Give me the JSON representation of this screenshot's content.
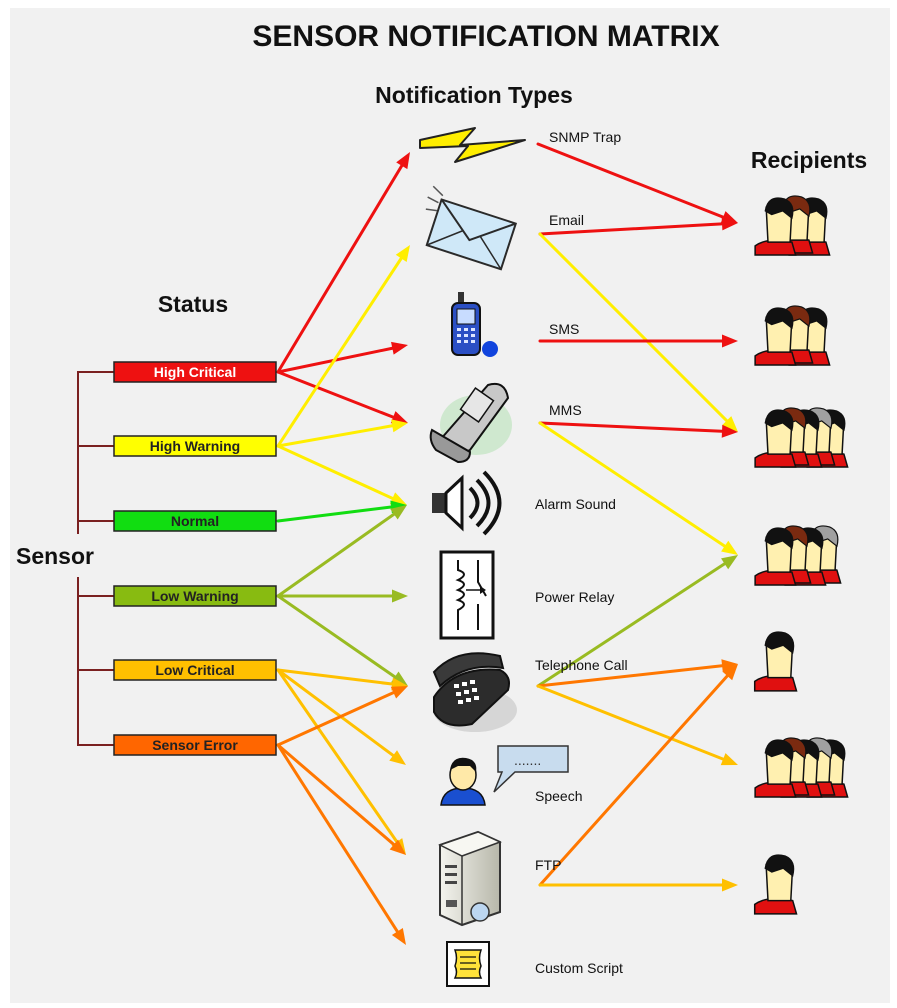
{
  "title": "SENSOR NOTIFICATION MATRIX",
  "headers": {
    "notification_types": "Notification Types",
    "recipients": "Recipients",
    "status": "Status",
    "sensor": "Sensor"
  },
  "statuses": [
    {
      "label": "High Critical",
      "color": "#ee1111",
      "text_color": "#ffffff"
    },
    {
      "label": "High Warning",
      "color": "#ffff00",
      "text_color": "#222222"
    },
    {
      "label": "Normal",
      "color": "#11dd11",
      "text_color": "#222222"
    },
    {
      "label": "Low Warning",
      "color": "#88bb11",
      "text_color": "#222222"
    },
    {
      "label": "Low Critical",
      "color": "#ffc000",
      "text_color": "#222222"
    },
    {
      "label": "Sensor Error",
      "color": "#ff6600",
      "text_color": "#222222"
    }
  ],
  "notifications": [
    {
      "label": "SNMP Trap",
      "icon": "lightning-icon"
    },
    {
      "label": "Email",
      "icon": "envelope-icon"
    },
    {
      "label": "SMS",
      "icon": "cell-phone-icon"
    },
    {
      "label": "MMS",
      "icon": "flip-phone-icon"
    },
    {
      "label": "Alarm Sound",
      "icon": "speaker-icon"
    },
    {
      "label": "Power Relay",
      "icon": "relay-icon"
    },
    {
      "label": "Telephone Call",
      "icon": "telephone-icon"
    },
    {
      "label": "Speech",
      "icon": "speech-person-icon"
    },
    {
      "label": "FTP",
      "icon": "server-icon"
    },
    {
      "label": "Custom Script",
      "icon": "script-icon"
    }
  ],
  "recipients": [
    {
      "group": "group-of-3",
      "icon": "people-icon"
    },
    {
      "group": "group-of-3",
      "icon": "people-icon"
    },
    {
      "group": "group-of-5",
      "icon": "people-icon"
    },
    {
      "group": "group-of-4",
      "icon": "people-icon"
    },
    {
      "group": "single",
      "icon": "person-icon"
    },
    {
      "group": "group-of-5",
      "icon": "people-icon"
    },
    {
      "group": "single",
      "icon": "person-icon"
    }
  ],
  "status_to_notification": [
    {
      "from": "High Critical",
      "to": "SNMP Trap",
      "color": "#ee1111"
    },
    {
      "from": "High Critical",
      "to": "SMS",
      "color": "#ee1111"
    },
    {
      "from": "High Critical",
      "to": "MMS",
      "color": "#ee1111"
    },
    {
      "from": "High Warning",
      "to": "Email",
      "color": "#ffee00"
    },
    {
      "from": "High Warning",
      "to": "MMS",
      "color": "#ffee00"
    },
    {
      "from": "High Warning",
      "to": "Alarm Sound",
      "color": "#ffee00"
    },
    {
      "from": "Normal",
      "to": "Alarm Sound",
      "color": "#11dd11"
    },
    {
      "from": "Low Warning",
      "to": "Alarm Sound",
      "color": "#99bb22"
    },
    {
      "from": "Low Warning",
      "to": "Power Relay",
      "color": "#99bb22"
    },
    {
      "from": "Low Warning",
      "to": "Telephone Call",
      "color": "#99bb22"
    },
    {
      "from": "Low Critical",
      "to": "Telephone Call",
      "color": "#ffc000"
    },
    {
      "from": "Low Critical",
      "to": "Speech",
      "color": "#ffc000"
    },
    {
      "from": "Low Critical",
      "to": "FTP",
      "color": "#ffc000"
    },
    {
      "from": "Sensor Error",
      "to": "Telephone Call",
      "color": "#ff7700"
    },
    {
      "from": "Sensor Error",
      "to": "FTP",
      "color": "#ff7700"
    },
    {
      "from": "Sensor Error",
      "to": "Custom Script",
      "color": "#ff7700"
    }
  ],
  "notification_to_recipient": [
    {
      "from": "SNMP Trap",
      "to": 0,
      "color": "#ee1111"
    },
    {
      "from": "Email",
      "to": 0,
      "color": "#ee1111"
    },
    {
      "from": "Email",
      "to": 2,
      "color": "#ffee00"
    },
    {
      "from": "SMS",
      "to": 1,
      "color": "#ee1111"
    },
    {
      "from": "MMS",
      "to": 2,
      "color": "#ee1111"
    },
    {
      "from": "MMS",
      "to": 3,
      "color": "#ffee00"
    },
    {
      "from": "Telephone Call",
      "to": 3,
      "color": "#99bb22"
    },
    {
      "from": "Telephone Call",
      "to": 4,
      "color": "#ff7700"
    },
    {
      "from": "Telephone Call",
      "to": 5,
      "color": "#ffc000"
    },
    {
      "from": "FTP",
      "to": 4,
      "color": "#ff7700"
    },
    {
      "from": "FTP",
      "to": 6,
      "color": "#ffc000"
    }
  ]
}
